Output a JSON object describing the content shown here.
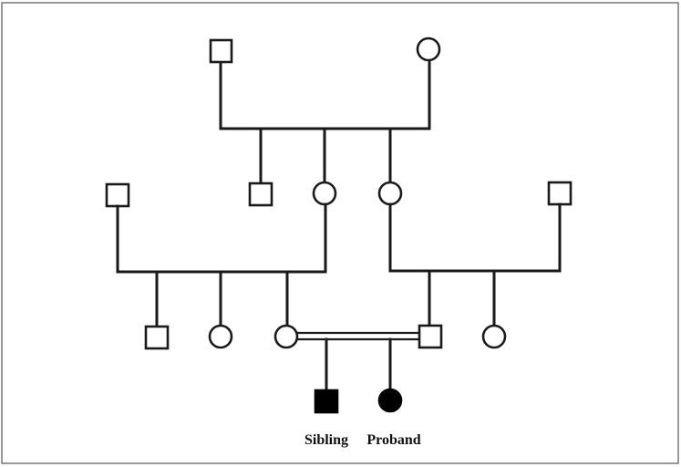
{
  "labels": {
    "sibling": "Sibling",
    "proband": "Proband"
  },
  "colors": {
    "line": "#1a1a1a",
    "affected_fill": "#000000",
    "unaffected_fill": "#ffffff",
    "background": "#ffffff"
  },
  "pedigree": {
    "generation_1": [
      {
        "sex": "male",
        "affected": false
      },
      {
        "sex": "female",
        "affected": false
      }
    ],
    "generation_2": [
      {
        "sex": "male",
        "affected": false,
        "married_in": true
      },
      {
        "sex": "male",
        "affected": false
      },
      {
        "sex": "female",
        "affected": false
      },
      {
        "sex": "female",
        "affected": false
      },
      {
        "sex": "male",
        "affected": false,
        "married_in": true
      }
    ],
    "generation_3": [
      {
        "sex": "male",
        "affected": false
      },
      {
        "sex": "female",
        "affected": false
      },
      {
        "sex": "female",
        "affected": false
      },
      {
        "sex": "male",
        "affected": false
      },
      {
        "sex": "female",
        "affected": false
      }
    ],
    "consanguineous_union": true,
    "generation_4": [
      {
        "sex": "male",
        "affected": true,
        "label_key": "sibling"
      },
      {
        "sex": "female",
        "affected": true,
        "label_key": "proband"
      }
    ]
  }
}
